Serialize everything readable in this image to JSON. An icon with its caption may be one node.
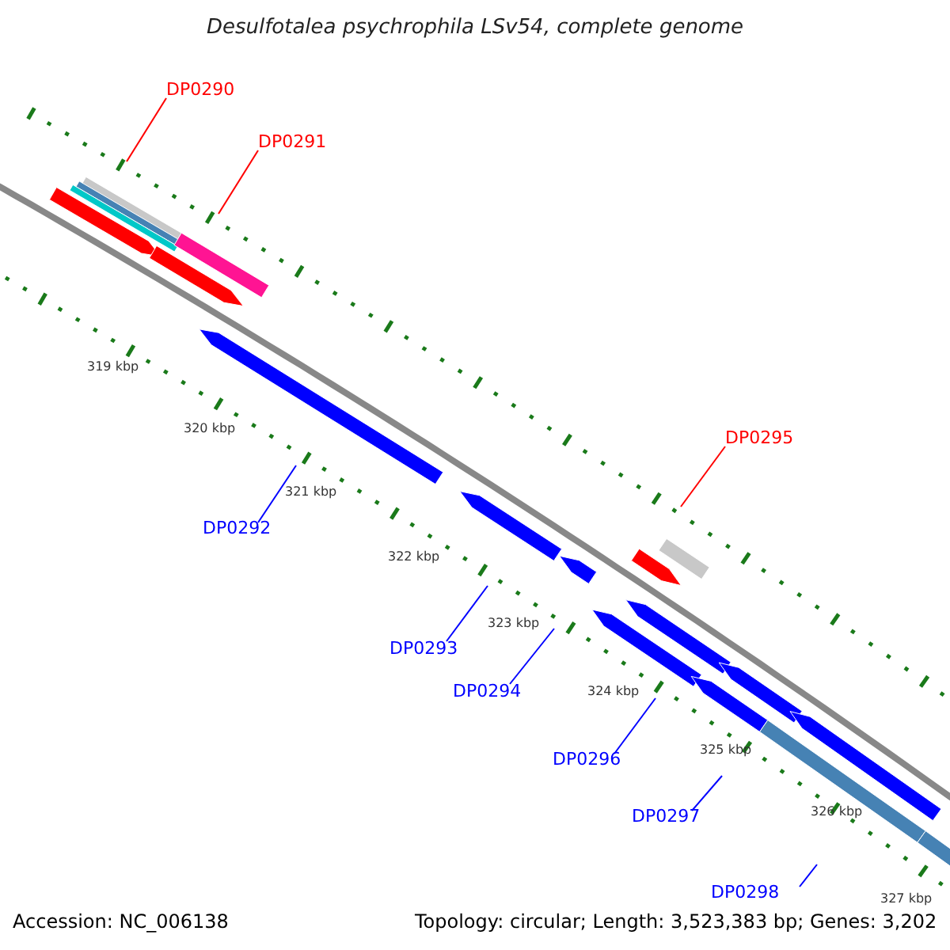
{
  "diagram": {
    "title": "Desulfotalea psychrophila LSv54, complete genome",
    "nodes": [
      {
        "text": [
          "DP0290"
        ]
      },
      {
        "text": [
          "DP0291"
        ]
      },
      {
        "text": [
          "DP0292"
        ]
      },
      {
        "text": [
          "DP0293"
        ]
      },
      {
        "text": [
          "DP0294"
        ]
      },
      {
        "text": [
          "DP0295"
        ]
      },
      {
        "text": [
          "DP0296"
        ]
      },
      {
        "text": [
          "DP0297"
        ]
      },
      {
        "text": [
          "DP0298"
        ]
      }
    ],
    "edges": [
      {
        "from": 0,
        "to": null,
        "arrow": "none",
        "color": "#ff0000"
      },
      {
        "from": 1,
        "to": null,
        "arrow": "none",
        "color": "#ff0000"
      },
      {
        "from": 2,
        "to": null,
        "arrow": "none"
      },
      {
        "from": 3,
        "to": null,
        "arrow": "none"
      },
      {
        "from": 4,
        "to": null,
        "arrow": "none"
      },
      {
        "from": 5,
        "to": null,
        "arrow": "none",
        "color": "#ff0000"
      },
      {
        "from": 6,
        "to": null,
        "arrow": "none"
      },
      {
        "from": 7,
        "to": null,
        "arrow": "none"
      },
      {
        "from": 8,
        "to": null,
        "arrow": "none"
      }
    ],
    "labels": [
      "319 kbp",
      "320 kbp",
      "321 kbp",
      "322 kbp",
      "323 kbp",
      "324 kbp",
      "325 kbp",
      "326 kbp",
      "327 kbp",
      "Accession: NC_006138",
      "Topology: circular; Length: 3,523,383 bp; Genes: 3,202"
    ]
  }
}
